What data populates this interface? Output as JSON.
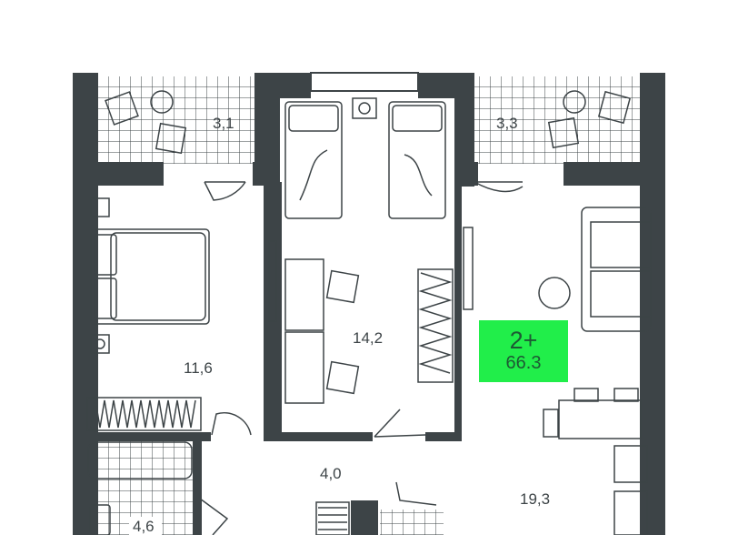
{
  "apartment": {
    "rooms_label": "2+",
    "total_area": "66.3"
  },
  "rooms": {
    "balcony_left": "3,1",
    "balcony_right": "3,3",
    "bedroom_left": "11,6",
    "bedroom_center": "14,2",
    "hallway": "4,0",
    "bathroom": "4,6",
    "living_kitchen": "19,3"
  },
  "colors": {
    "wall": "#3d4447",
    "badge": "#21ee4a",
    "badge_text": "#1d5a34"
  }
}
